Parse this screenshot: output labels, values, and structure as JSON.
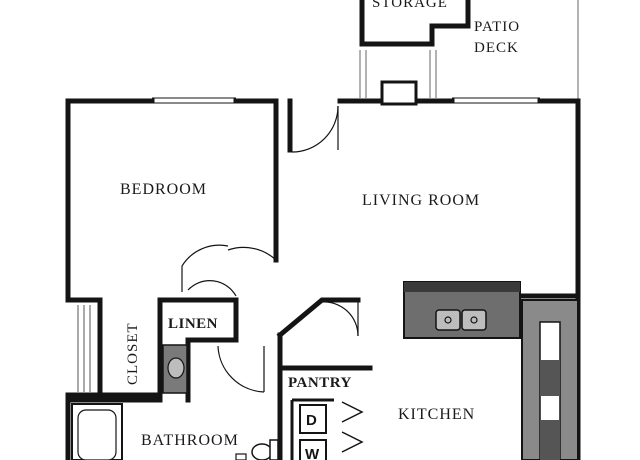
{
  "floorplan": {
    "rooms": {
      "storage": "STORAGE",
      "patio_line1": "PATIO",
      "patio_line2": "DECK",
      "bedroom": "BEDROOM",
      "living_room": "LIVING ROOM",
      "closet": "CLOSET",
      "linen": "LINEN",
      "pantry": "PANTRY",
      "kitchen": "KITCHEN",
      "bathroom": "BATHROOM"
    },
    "appliances": {
      "dryer": "D",
      "washer": "W"
    },
    "colors": {
      "wall": "#141414",
      "counter": "#6e6e6e",
      "counter_dark": "#3a3a3a",
      "sink": "#bdbdbd"
    }
  }
}
